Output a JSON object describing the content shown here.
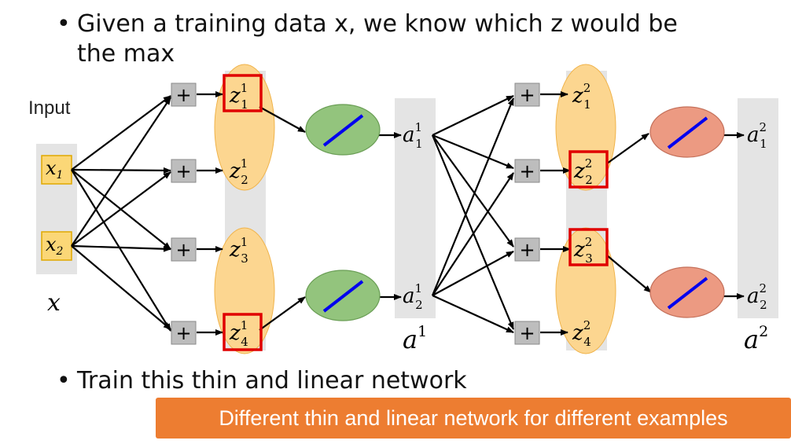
{
  "bullets": {
    "first_line1": "Given a training data x, we know which z would be",
    "first_line2": "the max",
    "second": "Train this thin and linear network"
  },
  "labels": {
    "input": "Input",
    "x_vec": "x",
    "a1_vec": "a",
    "a1_vec_sup": "1",
    "a2_vec": "a",
    "a2_vec_sup": "2",
    "plus": "+"
  },
  "inputs": [
    {
      "base": "x",
      "sub": "1"
    },
    {
      "base": "x",
      "sub": "2"
    }
  ],
  "layer1_z": [
    {
      "base": "z",
      "sup": "1",
      "sub": "1",
      "selected": true
    },
    {
      "base": "z",
      "sup": "1",
      "sub": "2",
      "selected": false
    },
    {
      "base": "z",
      "sup": "1",
      "sub": "3",
      "selected": false
    },
    {
      "base": "z",
      "sup": "1",
      "sub": "4",
      "selected": true
    }
  ],
  "layer1_a": [
    {
      "base": "a",
      "sup": "1",
      "sub": "1"
    },
    {
      "base": "a",
      "sup": "1",
      "sub": "2"
    }
  ],
  "layer2_z": [
    {
      "base": "z",
      "sup": "2",
      "sub": "1",
      "selected": false
    },
    {
      "base": "z",
      "sup": "2",
      "sub": "2",
      "selected": true
    },
    {
      "base": "z",
      "sup": "2",
      "sub": "3",
      "selected": true
    },
    {
      "base": "z",
      "sup": "2",
      "sub": "4",
      "selected": false
    }
  ],
  "layer2_a": [
    {
      "base": "a",
      "sup": "2",
      "sub": "1"
    },
    {
      "base": "a",
      "sup": "2",
      "sub": "2"
    }
  ],
  "banner": {
    "text": "Different thin and linear network for different examples"
  },
  "colors": {
    "input_box": "#fbd777",
    "input_border": "#e0a800",
    "gray_strip": "#e4e4e4",
    "plus_box": "#bdbdbd",
    "orange_oval": "#fcd690",
    "green_neuron": "#93c47d",
    "red_neuron": "#ec9a82",
    "blue_line": "#0000ee",
    "select_box": "#e00000",
    "banner": "#ed7d31"
  }
}
